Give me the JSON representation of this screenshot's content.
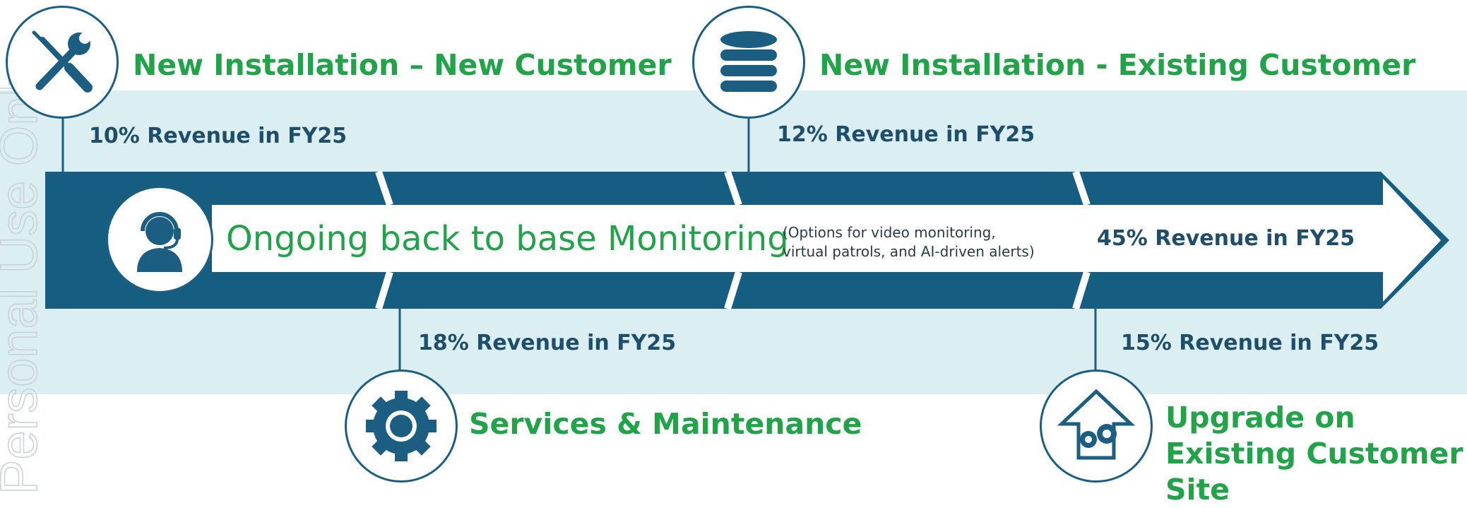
{
  "title": "New Installation – New Customer",
  "stages": {
    "new_install_new": {
      "title": "New Installation – New Customer",
      "revenue": "10% Revenue in FY25",
      "icon": "wrench-screwdriver-icon"
    },
    "new_install_existing": {
      "title": "New Installation - Existing Customer",
      "revenue": "12% Revenue in FY25",
      "icon": "database-icon"
    },
    "services": {
      "title": "Services & Maintenance",
      "revenue": "18% Revenue in FY25",
      "icon": "gear-icon"
    },
    "upgrade": {
      "title_lines": [
        "Upgrade on",
        "Existing Customer",
        "Site"
      ],
      "revenue": "15% Revenue in FY25",
      "icon": "upgrade-arrow-gears-icon"
    }
  },
  "monitoring": {
    "label": "Ongoing back to base Monitoring",
    "note_line1": "(Options for video monitoring,",
    "note_line2": "virtual patrols, and AI-driven alerts)",
    "revenue": "45% Revenue in FY25",
    "icon": "headset-agent-icon"
  },
  "watermark": "Personal Use Only",
  "colors": {
    "band": "#dbeef2",
    "arrow": "#165d82",
    "green": "#22a34a",
    "navy_text": "#1f4e6b"
  }
}
